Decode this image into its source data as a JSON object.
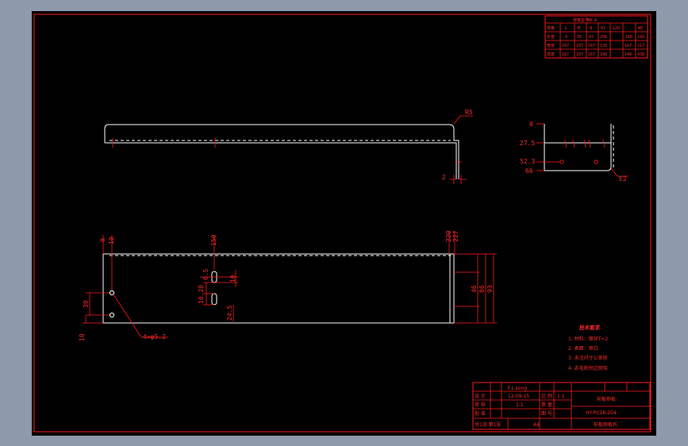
{
  "colors": {
    "background": "#8e9aab",
    "sheet": "#000000",
    "line": "#ff1a1a",
    "part": "#ffffff"
  },
  "top_view": {
    "radius_label": "R5",
    "thickness_label": "2"
  },
  "side_view": {
    "dims": [
      "0",
      "27.5",
      "52.3",
      "66"
    ],
    "edge_label": "E2"
  },
  "plan_view": {
    "top_dims": [
      "0",
      "10",
      "150",
      "220",
      "227"
    ],
    "right_dims": [
      "46",
      "86",
      "93"
    ],
    "left_dims": [
      "30",
      "10"
    ],
    "slot_dims": [
      "6.5",
      "10",
      "10.20",
      "24.5"
    ],
    "hole_label": "4×φ5.2"
  },
  "table_rows": [
    [
      "规格型号",
      "RN-A",
      "",
      "",
      "",
      "",
      ""
    ],
    [
      "规格",
      "L",
      "M",
      "N",
      "H1",
      "220",
      "W0"
    ],
    [
      "长度",
      "9",
      "35",
      "43",
      "258",
      "180",
      "243"
    ],
    [
      "宽度",
      "167",
      "197",
      "167",
      "150",
      "167",
      "217"
    ],
    [
      "高度",
      "167",
      "197",
      "167",
      "148",
      "148",
      "438"
    ]
  ],
  "notes": {
    "title": "技术要求",
    "items": [
      "1. 材料：镀锌T=2",
      "2. 表面：喷白",
      "3. 未注尺寸公差按",
      "4. 去毛刺锐边倒钝"
    ]
  },
  "title_block": {
    "rows": [
      [
        "设 计",
        "F.L.song",
        "12-09-15",
        "比 例",
        "1:1"
      ],
      [
        "审 核",
        "",
        "1:1",
        "质 量",
        ""
      ],
      [
        "批 准",
        "",
        "",
        "图 号",
        "HY-PC18-204"
      ]
    ],
    "part_name": "前板侧板",
    "footer_left": "共1张 第1张",
    "footer_mid": "A4",
    "footer_right": "前板侧板托"
  }
}
